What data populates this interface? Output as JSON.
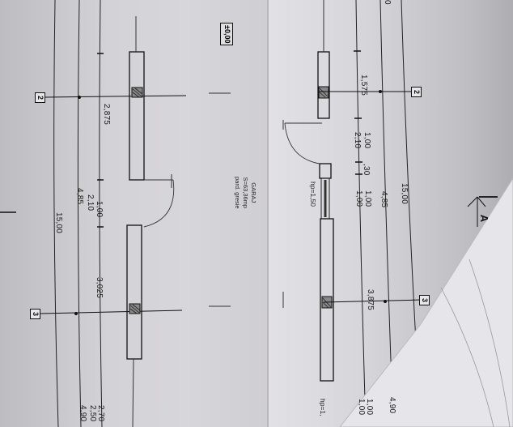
{
  "drawing": {
    "type": "architectural floor plan (photo, rotated 90°)",
    "level_marker": "±0,00",
    "room": {
      "name": "GARAJ",
      "area": "S=63,36mp",
      "finish": "pard. gresie"
    },
    "window_sill_height": "hp=1,50",
    "window_sill_height_partial": "hp=1,",
    "section_marker": "A",
    "axis_tags": {
      "left_2": "2",
      "left_3": "3",
      "right_2": "2",
      "right_3": "3"
    },
    "dimensions_left": {
      "outer_total": "15,00",
      "mid_chain": [
        "2,875",
        "4,85",
        "3,025",
        "4,90"
      ],
      "inner_chain": [
        "1,00",
        "2,10",
        "2,70",
        "2,50"
      ],
      "opening_width": "1,00",
      "opening_height": "2,10"
    },
    "dimensions_right": {
      "outer_total": "15,00",
      "mid_chain": [
        "4,85",
        "4,90"
      ],
      "inner_chain": [
        "1,575",
        "1,00",
        "2,10",
        ",30",
        "1,00",
        "1,00",
        "3,875",
        "1,00",
        "1,00"
      ],
      "top_edge_partial": "0"
    },
    "colors": {
      "paper": "#d4d3d7",
      "ink": "#1a1a1a",
      "hatch": "#333333"
    }
  }
}
